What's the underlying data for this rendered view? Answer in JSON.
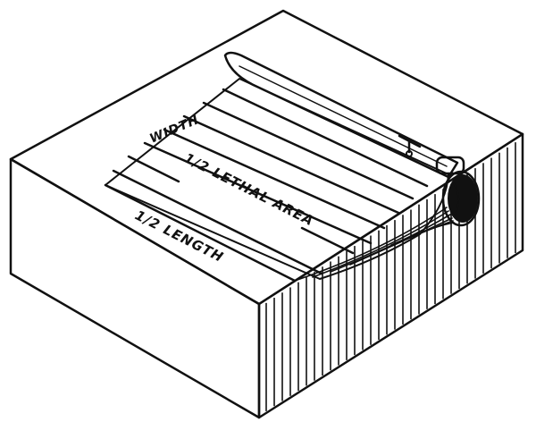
{
  "labels": {
    "width": "WIDTH",
    "half_lethal_area": "1/2 LETHAL AREA",
    "half_length": "1/2 LENGTH"
  },
  "colors": {
    "ink": "#111111",
    "paper": "#ffffff"
  }
}
